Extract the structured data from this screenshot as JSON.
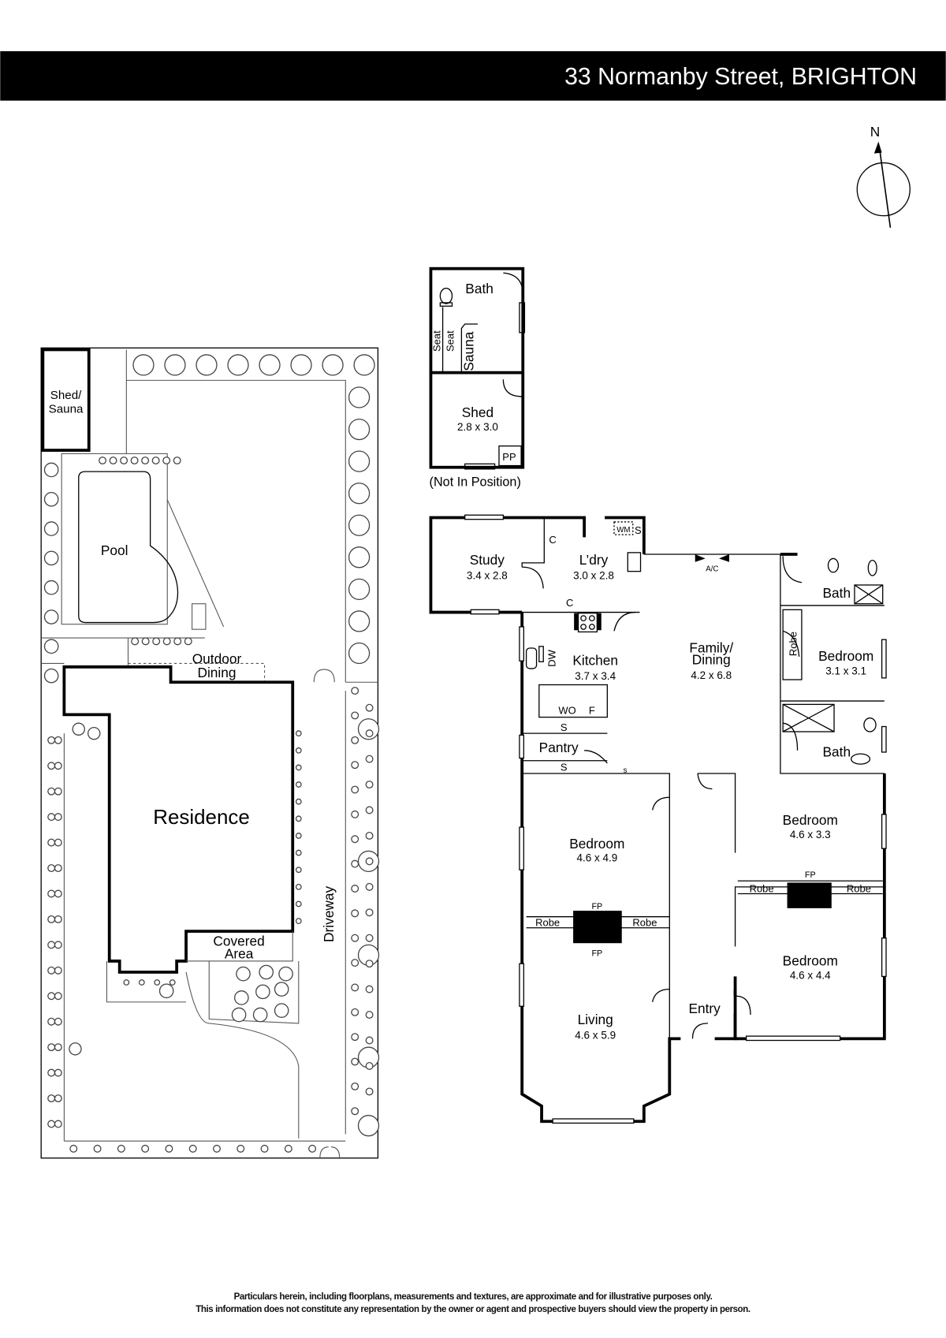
{
  "header": {
    "title": "33 Normanby Street, BRIGHTON",
    "background": "#000000",
    "color": "#ffffff"
  },
  "compass": {
    "label": "N"
  },
  "site_plan": {
    "shed_sauna": [
      "Shed/",
      "Sauna"
    ],
    "pool": "Pool",
    "outdoor_dining": [
      "Outdoor",
      "Dining"
    ],
    "residence": "Residence",
    "covered_area": [
      "Covered",
      "Area"
    ],
    "driveway": "Driveway"
  },
  "outbuilding": {
    "bath": "Bath",
    "seat1": "Seat",
    "seat2": "Seat",
    "sauna": "Sauna",
    "shed": {
      "name": "Shed",
      "dims": "2.8 x 3.0"
    },
    "pp": "PP",
    "note": "(Not In Position)"
  },
  "floor_plan": {
    "study": {
      "name": "Study",
      "dims": "3.4 x 2.8"
    },
    "laundry": {
      "name": "L’dry",
      "dims": "3.0 x 2.8"
    },
    "cupboard1": "C",
    "cupboard2": "C",
    "wm": "WM",
    "s_laundry": "S",
    "ac": "A/C",
    "kitchen": {
      "name": "Kitchen",
      "dims": "3.7 x 3.4"
    },
    "dw": "DW",
    "wo": "WO",
    "fridge": "F",
    "s1": "S",
    "pantry": "Pantry",
    "s2": "S",
    "s3": "s",
    "family": {
      "name1": "Family/",
      "name2": "Dining",
      "dims": "4.2 x 6.8"
    },
    "bath1": "Bath",
    "robe_vertical": "Robe",
    "bedroom_ne": {
      "name": "Bedroom",
      "dims": "3.1 x 3.1"
    },
    "bath2": "Bath",
    "bedroom_w": {
      "name": "Bedroom",
      "dims": "4.6 x 4.9"
    },
    "robe_w1": "Robe",
    "robe_w2": "Robe",
    "fp_w1": "FP",
    "fp_w2": "FP",
    "living": {
      "name": "Living",
      "dims": "4.6 x 5.9"
    },
    "entry": "Entry",
    "bedroom_e1": {
      "name": "Bedroom",
      "dims": "4.6 x 3.3"
    },
    "fp_e": "FP",
    "robe_e1": "Robe",
    "robe_e2": "Robe",
    "bedroom_e2": {
      "name": "Bedroom",
      "dims": "4.6 x 4.4"
    }
  },
  "footer": {
    "line1": "Particulars herein, including floorplans, measurements and textures, are approximate and for illustrative purposes only.",
    "line2": "This information does not constitute any representation by the owner or agent and prospective buyers should view the property in person."
  }
}
